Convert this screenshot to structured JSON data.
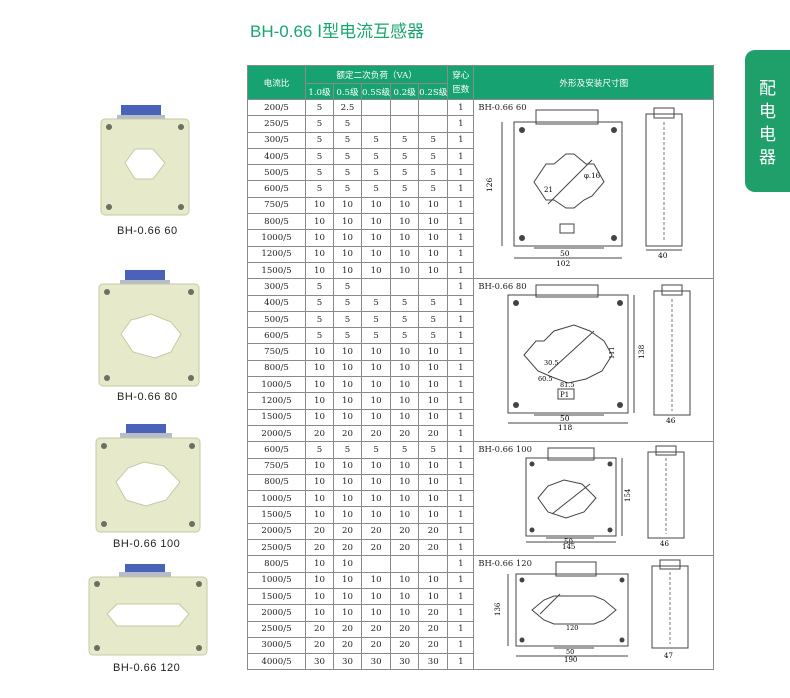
{
  "header": {
    "title": "BH-0.66 Ⅰ型电流互感器"
  },
  "side_tab": {
    "chars": [
      "配",
      "电",
      "电",
      "器"
    ]
  },
  "products": [
    {
      "label": "BH-0.66 60"
    },
    {
      "label": "BH-0.66 80"
    },
    {
      "label": "BH-0.66 100"
    },
    {
      "label": "BH-0.66 120"
    }
  ],
  "table": {
    "col_ratio": "电流比",
    "col_load_group": "额定二次负荷（VA）",
    "col_turns": "穿心\n匝数",
    "col_turns_line1": "穿心",
    "col_turns_line2": "匝数",
    "col_dims": "外形及安装尺寸图",
    "load_classes": [
      "1.0级",
      "0.5级",
      "0.5S级",
      "0.2级",
      "0.2S级"
    ],
    "groups": [
      {
        "model": "BH-0.66 60",
        "rows": [
          [
            "200/5",
            "5",
            "2.5",
            "",
            "",
            "",
            "1"
          ],
          [
            "250/5",
            "5",
            "5",
            "",
            "",
            "",
            "1"
          ],
          [
            "300/5",
            "5",
            "5",
            "5",
            "5",
            "5",
            "1"
          ],
          [
            "400/5",
            "5",
            "5",
            "5",
            "5",
            "5",
            "1"
          ],
          [
            "500/5",
            "5",
            "5",
            "5",
            "5",
            "5",
            "1"
          ],
          [
            "600/5",
            "5",
            "5",
            "5",
            "5",
            "5",
            "1"
          ],
          [
            "750/5",
            "10",
            "10",
            "10",
            "10",
            "10",
            "1"
          ],
          [
            "800/5",
            "10",
            "10",
            "10",
            "10",
            "10",
            "1"
          ],
          [
            "1000/5",
            "10",
            "10",
            "10",
            "10",
            "10",
            "1"
          ],
          [
            "1200/5",
            "10",
            "10",
            "10",
            "10",
            "10",
            "1"
          ],
          [
            "1500/5",
            "10",
            "10",
            "10",
            "10",
            "10",
            "1"
          ]
        ],
        "dims": {
          "height": "126",
          "bottom1": "50",
          "bottom2": "102",
          "side": "40",
          "mark1": "21",
          "mark2": "φ.16"
        }
      },
      {
        "model": "BH-0.66 80",
        "rows": [
          [
            "300/5",
            "5",
            "5",
            "",
            "",
            "",
            "1"
          ],
          [
            "400/5",
            "5",
            "5",
            "5",
            "5",
            "5",
            "1"
          ],
          [
            "500/5",
            "5",
            "5",
            "5",
            "5",
            "5",
            "1"
          ],
          [
            "600/5",
            "5",
            "5",
            "5",
            "5",
            "5",
            "1"
          ],
          [
            "750/5",
            "10",
            "10",
            "10",
            "10",
            "10",
            "1"
          ],
          [
            "800/5",
            "10",
            "10",
            "10",
            "10",
            "10",
            "1"
          ],
          [
            "1000/5",
            "10",
            "10",
            "10",
            "10",
            "10",
            "1"
          ],
          [
            "1200/5",
            "10",
            "10",
            "10",
            "10",
            "10",
            "1"
          ],
          [
            "1500/5",
            "10",
            "10",
            "10",
            "10",
            "10",
            "1"
          ],
          [
            "2000/5",
            "20",
            "20",
            "20",
            "20",
            "20",
            "1"
          ]
        ],
        "dims": {
          "height": "138",
          "bottom1": "50",
          "bottom2": "118",
          "side": "46",
          "mark1": "81.5",
          "mark2": "30.5",
          "mark3": "60.5",
          "mark4": "111"
        }
      },
      {
        "model": "BH-0.66 100",
        "rows": [
          [
            "600/5",
            "5",
            "5",
            "5",
            "5",
            "5",
            "1"
          ],
          [
            "750/5",
            "10",
            "10",
            "10",
            "10",
            "10",
            "1"
          ],
          [
            "800/5",
            "10",
            "10",
            "10",
            "10",
            "10",
            "1"
          ],
          [
            "1000/5",
            "10",
            "10",
            "10",
            "10",
            "10",
            "1"
          ],
          [
            "1500/5",
            "10",
            "10",
            "10",
            "10",
            "10",
            "1"
          ],
          [
            "2000/5",
            "20",
            "20",
            "20",
            "20",
            "20",
            "1"
          ],
          [
            "2500/5",
            "20",
            "20",
            "20",
            "20",
            "20",
            "1"
          ]
        ],
        "dims": {
          "height": "154",
          "bottom1": "50",
          "bottom2": "145",
          "side": "46"
        }
      },
      {
        "model": "BH-0.66 120",
        "rows": [
          [
            "800/5",
            "10",
            "10",
            "",
            "",
            "",
            "1"
          ],
          [
            "1000/5",
            "10",
            "10",
            "10",
            "10",
            "10",
            "1"
          ],
          [
            "1500/5",
            "10",
            "10",
            "10",
            "10",
            "10",
            "1"
          ],
          [
            "2000/5",
            "10",
            "10",
            "10",
            "10",
            "20",
            "1"
          ],
          [
            "2500/5",
            "20",
            "20",
            "20",
            "20",
            "20",
            "1"
          ],
          [
            "3000/5",
            "20",
            "20",
            "20",
            "20",
            "20",
            "1"
          ],
          [
            "4000/5",
            "30",
            "30",
            "30",
            "30",
            "30",
            "1"
          ]
        ],
        "dims": {
          "height": "136",
          "bottom1": "120",
          "bottom2": "50",
          "bottom3": "190",
          "side": "47"
        }
      }
    ],
    "p1_label": "P1"
  },
  "colors": {
    "accent": "#17a271",
    "tab": "#1fa06b",
    "body": "#e3e8c9",
    "cover": "#4a63b8"
  }
}
